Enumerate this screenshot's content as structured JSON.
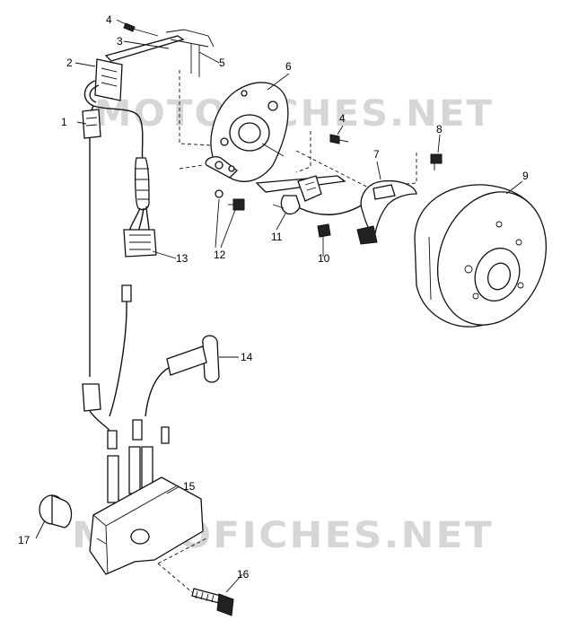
{
  "watermark": {
    "text": "MOTOFICHES.NET",
    "color": "#d6d6d6"
  },
  "callouts": [
    {
      "id": "c1",
      "label": "1"
    },
    {
      "id": "c2",
      "label": "2"
    },
    {
      "id": "c3",
      "label": "3"
    },
    {
      "id": "c4a",
      "label": "4"
    },
    {
      "id": "c5",
      "label": "5"
    },
    {
      "id": "c6",
      "label": "6"
    },
    {
      "id": "c4b",
      "label": "4"
    },
    {
      "id": "c7",
      "label": "7"
    },
    {
      "id": "c8",
      "label": "8"
    },
    {
      "id": "c9",
      "label": "9"
    },
    {
      "id": "c11",
      "label": "11"
    },
    {
      "id": "c10",
      "label": "10"
    },
    {
      "id": "c12",
      "label": "12"
    },
    {
      "id": "c13",
      "label": "13"
    },
    {
      "id": "c14",
      "label": "14"
    },
    {
      "id": "c15",
      "label": "15"
    },
    {
      "id": "c16",
      "label": "16"
    },
    {
      "id": "c17",
      "label": "17"
    }
  ]
}
